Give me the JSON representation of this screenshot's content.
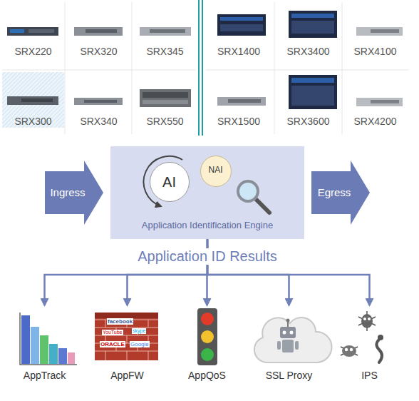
{
  "diagram": {
    "nodes": [
      {
        "text": [
          "SRX220"
        ]
      },
      {
        "text": [
          "SRX320"
        ]
      },
      {
        "text": [
          "SRX345"
        ]
      },
      {
        "text": [
          "SRX1400"
        ]
      },
      {
        "text": [
          "SRX3400"
        ]
      },
      {
        "text": [
          "SRX4100"
        ]
      },
      {
        "text": [
          "SRX300"
        ]
      },
      {
        "text": [
          "SRX340"
        ]
      },
      {
        "text": [
          "SRX550"
        ]
      },
      {
        "text": [
          "SRX1500"
        ]
      },
      {
        "text": [
          "SRX3600"
        ]
      },
      {
        "text": [
          "SRX4200"
        ]
      },
      {
        "text": [
          "Ingress"
        ]
      },
      {
        "text": [
          "Application Identification Engine"
        ]
      },
      {
        "text": [
          "AI"
        ],
        "in": 13
      },
      {
        "text": [
          "NAI"
        ],
        "in": 13
      },
      {
        "text": [
          "Egress"
        ]
      },
      {
        "text": [
          "AppTrack"
        ]
      },
      {
        "text": [
          "AppFW"
        ]
      },
      {
        "text": [
          "AppQoS"
        ]
      },
      {
        "text": [
          "SSL Proxy"
        ]
      },
      {
        "text": [
          "IPS"
        ]
      }
    ],
    "edges": [
      {
        "from": 13,
        "to": 17,
        "arrow": "to"
      },
      {
        "from": 13,
        "to": 18,
        "arrow": "to"
      },
      {
        "from": 13,
        "to": 19,
        "arrow": "to"
      },
      {
        "from": 13,
        "to": 20,
        "arrow": "to"
      },
      {
        "from": 13,
        "to": 21,
        "arrow": "to"
      }
    ],
    "labels": [
      "Application ID Results",
      "facebook",
      "YouTube",
      "skype",
      "ORACLE",
      "Google"
    ]
  }
}
